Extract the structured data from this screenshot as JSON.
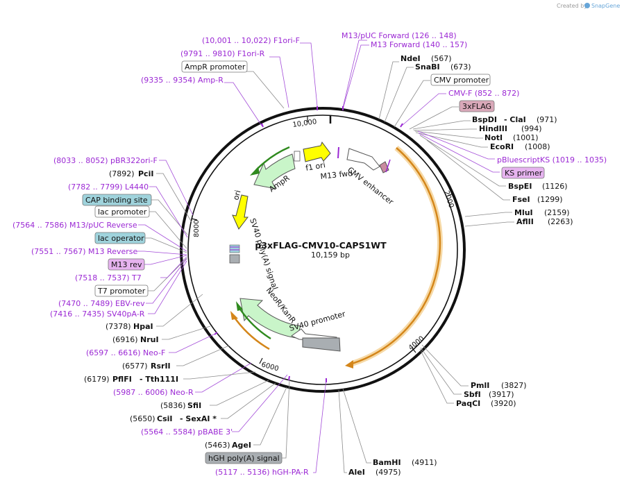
{
  "branding": {
    "created_by": "Created by",
    "app": "SnapGene",
    "accent": "#66a5d8"
  },
  "plasmid": {
    "name": "p3xFLAG-CMV10-CAPS1WT",
    "size": "10,159 bp"
  },
  "colors": {
    "backbone": "#111111",
    "enzyme_label": "#111111",
    "primer_label": "#9b28d4",
    "feature_arrow_yellow": "#ffff00",
    "feature_arrow_green": "#c9f5c9",
    "feature_arrow_orange": "#f3a21d",
    "feature_arrow_white": "#ffffff",
    "feature_box_grey": "#a9aeb2",
    "feature_box_blue": "#9fd3dc",
    "feature_box_pink": "#d9a8b9",
    "feature_box_violet": "#e6b3ef"
  },
  "ticks": [
    "10,000",
    "2000",
    "4000",
    "6000",
    "8000"
  ],
  "internal_labels": {
    "f1_ori": "f1 ori",
    "m13_fwd": "M13 fwd",
    "cmv_enhancer": "CMV enhancer",
    "ampr": "AmpR",
    "ori": "ori",
    "sv40_polya": "SV40 poly(A) signal",
    "neor_kanr": "NeoR/KanR",
    "sv40_promoter": "SV40 promoter"
  },
  "labels": {
    "f1ori_f": "(10,001 .. 10,022)  F1ori-F",
    "f1ori_r": "(9791 .. 9810)  F1ori-R",
    "ampr_promoter": "AmpR promoter",
    "amp_r": "(9335 .. 9354)  Amp-R",
    "m13puc_forward": "M13/pUC Forward    (126 .. 148)",
    "m13_forward": "M13 Forward    (140 .. 157)",
    "ndei": "NdeI",
    "ndei_pos": "(567)",
    "snabi": "SnaBI",
    "snabi_pos": "(673)",
    "cmv_promoter": "CMV promoter",
    "cmv_f": "CMV-F    (852 .. 872)",
    "flag3x": "3xFLAG",
    "bspdi": "BspDI",
    "clai": "- ClaI",
    "bspdi_pos": "(971)",
    "hindiii": "HindIII",
    "hindiii_pos": "(994)",
    "noti": "NotI",
    "noti_pos": "(1001)",
    "ecori": "EcoRI",
    "ecori_pos": "(1008)",
    "pbluescriptks": "pBluescriptKS    (1019 .. 1035)",
    "ks_primer": "KS primer",
    "bspei": "BspEI",
    "bspei_pos": "(1126)",
    "fsei": "FseI",
    "fsei_pos": "(1299)",
    "mlui": "MluI",
    "mlui_pos": "(2159)",
    "aflii": "AflII",
    "aflii_pos": "(2263)",
    "pmli": "PmlI",
    "pmli_pos": "(3827)",
    "sbfi": "SbfI",
    "sbfi_pos": "(3917)",
    "paqci": "PaqCI",
    "paqci_pos": "(3920)",
    "bamhi": "BamHI",
    "bamhi_pos": "(4911)",
    "alei": "AleI",
    "alei_pos": "(4975)",
    "pbr322ori_f": "(8033 .. 8052)  pBR322ori-F",
    "pcii_pos": "(7892)",
    "pcii": "PciI",
    "l4440": "(7782 .. 7799)  L4440",
    "cap_binding_site": "CAP binding site",
    "lac_promoter": "lac promoter",
    "m13puc_reverse": "(7564 .. 7586)  M13/pUC Reverse",
    "lac_operator": "lac operator",
    "m13_reverse": "(7551 .. 7567)  M13 Reverse",
    "m13_rev": "M13 rev",
    "t7": "(7518 .. 7537)  T7",
    "t7_promoter": "T7 promoter",
    "ebv_rev": "(7470 .. 7489)  EBV-rev",
    "sv40pa_r": "(7416 .. 7435)  SV40pA-R",
    "hpai_pos": "(7378)",
    "hpai": "HpaI",
    "nrui_pos": "(6916)",
    "nrui": "NruI",
    "neo_f": "(6597 .. 6616)  Neo-F",
    "rsrii_pos": "(6577)",
    "rsrii": "RsrII",
    "pflfi_pos": "(6179)",
    "pflfi": "PflFI",
    "tth111i": "- Tth111I",
    "neo_r": "(5987 .. 6006)  Neo-R",
    "sfii_pos": "(5836)",
    "sfii": "SfiI",
    "csii_pos": "(5650)",
    "csii": "CsiI",
    "sexai": "- SexAI *",
    "pbabe3": "(5564 .. 5584)  pBABE 3'",
    "agei_pos": "(5463)",
    "agei": "AgeI",
    "hgh_polya": "hGH poly(A) signal",
    "hgh_pa_r": "(5117 .. 5136)  hGH-PA-R"
  }
}
